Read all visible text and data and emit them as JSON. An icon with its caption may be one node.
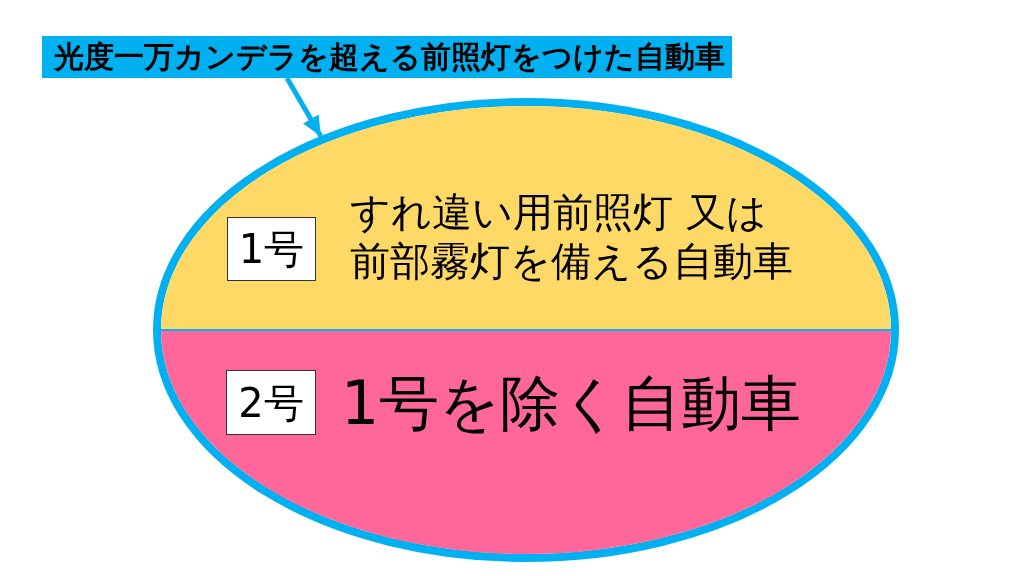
{
  "diagram": {
    "nodes": [
      {
        "text": [
          "光度一万カンデラを超える前照灯をつけた自動車"
        ]
      },
      {
        "text": [],
        "shape": "ellipse"
      },
      {
        "text": [
          "すれ違い用前照灯 又は前部霧灯を備える自動車"
        ],
        "in": 1
      },
      {
        "text": [
          "1号"
        ],
        "in": 2
      },
      {
        "text": [
          "1号を除く自動車"
        ],
        "in": 1
      },
      {
        "text": [
          "2号"
        ],
        "in": 4
      }
    ],
    "edges": [
      {
        "from": 0,
        "to": 1,
        "arrow": "to"
      }
    ]
  }
}
